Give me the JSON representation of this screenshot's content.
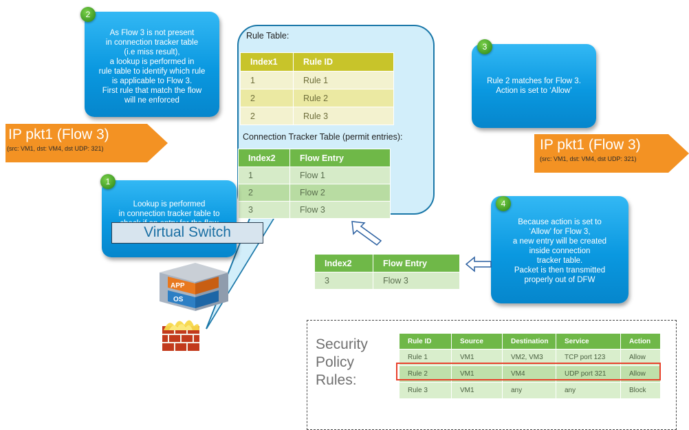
{
  "callouts": {
    "c1": {
      "badge": "1",
      "text": "Lookup is performed\nin connection tracker table to\ncheck if an entry for the flow\nalready exist"
    },
    "c2": {
      "badge": "2",
      "text": "As Flow 3 is not present\nin connection tracker table\n(i.e miss result),\na lookup is performed in\nrule table to identify which rule\nis applicable to Flow 3.\nFirst rule that match the flow\nwill ne enforced"
    },
    "c3": {
      "badge": "3",
      "text": "Rule 2 matches for Flow 3.\nAction is set to ‘Allow’"
    },
    "c4": {
      "badge": "4",
      "text": "Because action is set to\n‘Allow’ for Flow 3,\na new entry will be created\ninside connection\ntracker table.\nPacket is then transmitted\nproperly out of DFW"
    }
  },
  "packets": {
    "left": {
      "title": "IP pkt1 (Flow 3)",
      "sub": "(src: VM1, dst: VM4, dst UDP: 321)"
    },
    "right": {
      "title": "IP pkt1 (Flow 3)",
      "sub": "(src: VM1, dst: VM4, dst UDP: 321)"
    }
  },
  "rule_table": {
    "label": "Rule Table:",
    "headers": [
      "Index1",
      "Rule ID"
    ],
    "rows": [
      [
        "1",
        "Rule 1"
      ],
      [
        "2",
        "Rule 2"
      ],
      [
        "2",
        "Rule 3"
      ]
    ]
  },
  "conn_table": {
    "label": "Connection Tracker Table (permit entries):",
    "headers": [
      "Index2",
      "Flow Entry"
    ],
    "rows": [
      [
        "1",
        "Flow 1"
      ],
      [
        "2",
        "Flow 2"
      ],
      [
        "3",
        "Flow 3"
      ]
    ]
  },
  "new_entry": {
    "headers": [
      "Index2",
      "Flow Entry"
    ],
    "rows": [
      [
        "3",
        "Flow 3"
      ]
    ]
  },
  "vm_icon": {
    "app": "APP",
    "os": "OS"
  },
  "virtual_switch": "Virtual Switch",
  "security": {
    "title": "Security\nPolicy\nRules:",
    "headers": [
      "Rule ID",
      "Source",
      "Destination",
      "Service",
      "Action"
    ],
    "rows": [
      [
        "Rule 1",
        "VM1",
        "VM2, VM3",
        "TCP port 123",
        "Allow"
      ],
      [
        "Rule 2",
        "VM1",
        "VM4",
        "UDP port 321",
        "Allow"
      ],
      [
        "Rule 3",
        "VM1",
        "any",
        "any",
        "Block"
      ]
    ]
  },
  "colors": {
    "callout": "#0a98e0",
    "badge": "#3f9a24",
    "packet": "#f39223",
    "highlight": "#e8402a"
  },
  "icons": [
    "vm-app-os-icon",
    "firewall-icon",
    "arrow-left-icon",
    "arrow-up-left-icon"
  ]
}
